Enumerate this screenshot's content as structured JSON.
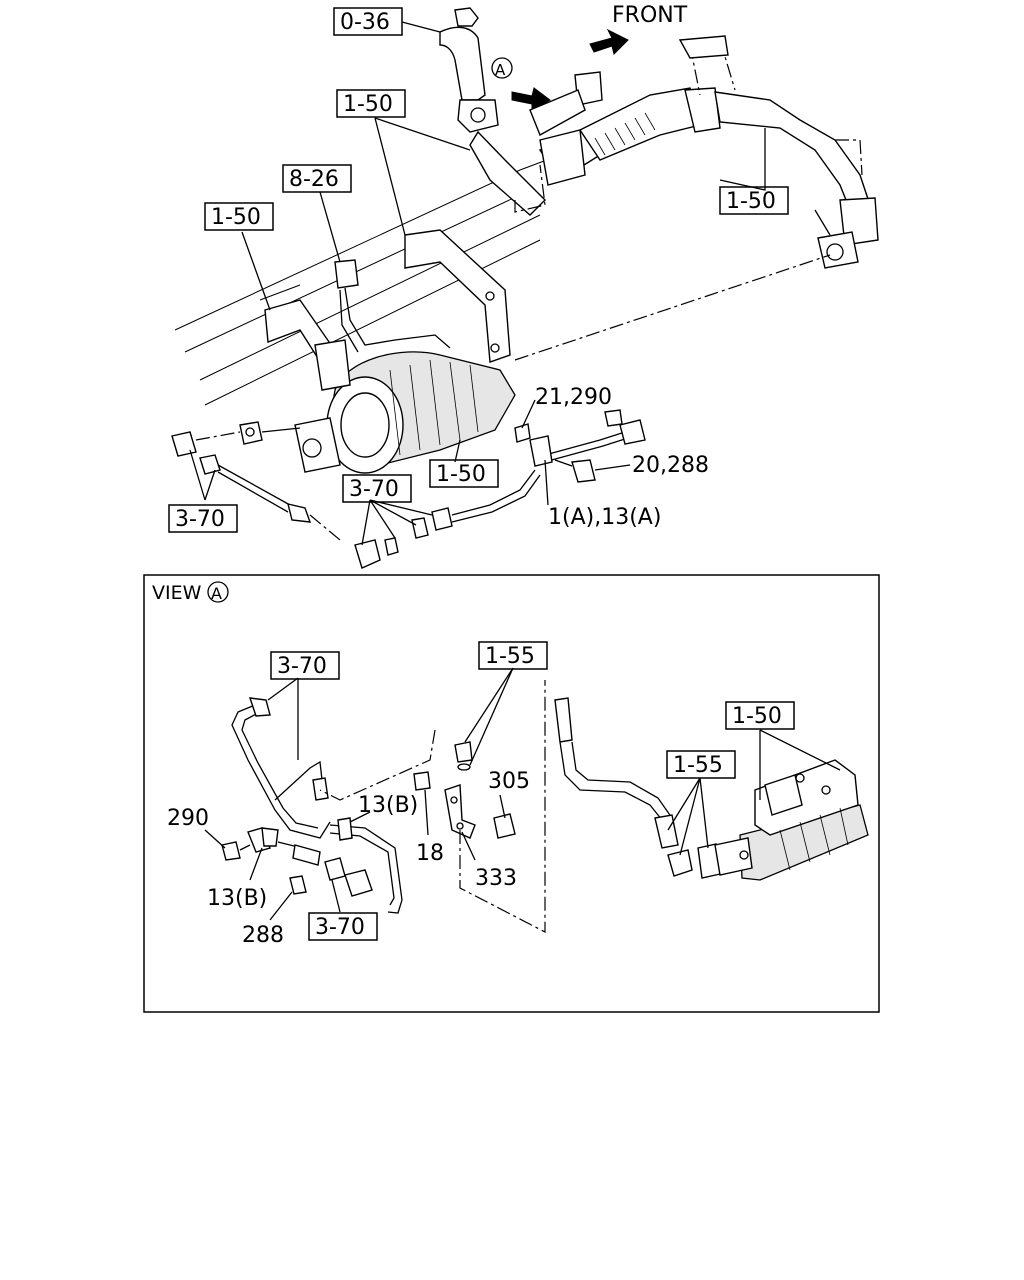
{
  "main_view": {
    "front_label": "FRONT",
    "view_marker": "A",
    "refs": {
      "r0_36": "0-36",
      "r1_50_top": "1-50",
      "r8_26": "8-26",
      "r1_50_left": "1-50",
      "r1_50_right": "1-50",
      "r1_50_bottom": "1-50",
      "r3_70_mid": "3-70",
      "r3_70_left": "3-70"
    },
    "callouts": {
      "c21_290": "21,290",
      "c20_288": "20,288",
      "c1a_13a": "1(A),13(A)"
    }
  },
  "view_a": {
    "title": "VIEW",
    "marker": "A",
    "refs": {
      "r3_70_top": "3-70",
      "r1_55_top": "1-55",
      "r1_50": "1-50",
      "r1_55_right": "1-55",
      "r3_70_bottom": "3-70"
    },
    "callouts": {
      "c290": "290",
      "c13b_top": "13(B)",
      "c305": "305",
      "c18": "18",
      "c333": "333",
      "c13b_bottom": "13(B)",
      "c288": "288"
    }
  }
}
